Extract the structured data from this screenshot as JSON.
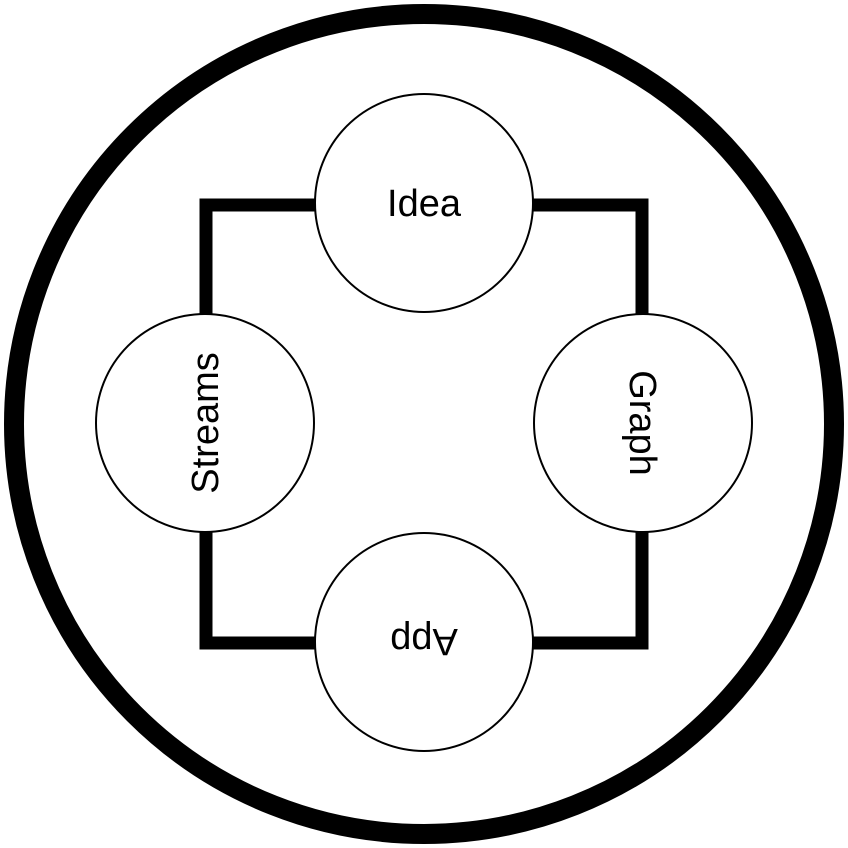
{
  "diagram": {
    "nodes": {
      "top": {
        "label": "Idea"
      },
      "right": {
        "label": "Graph"
      },
      "bottom": {
        "label": "App"
      },
      "left": {
        "label": "Streams"
      }
    },
    "colors": {
      "stroke": "#000000",
      "fill": "#ffffff"
    }
  }
}
